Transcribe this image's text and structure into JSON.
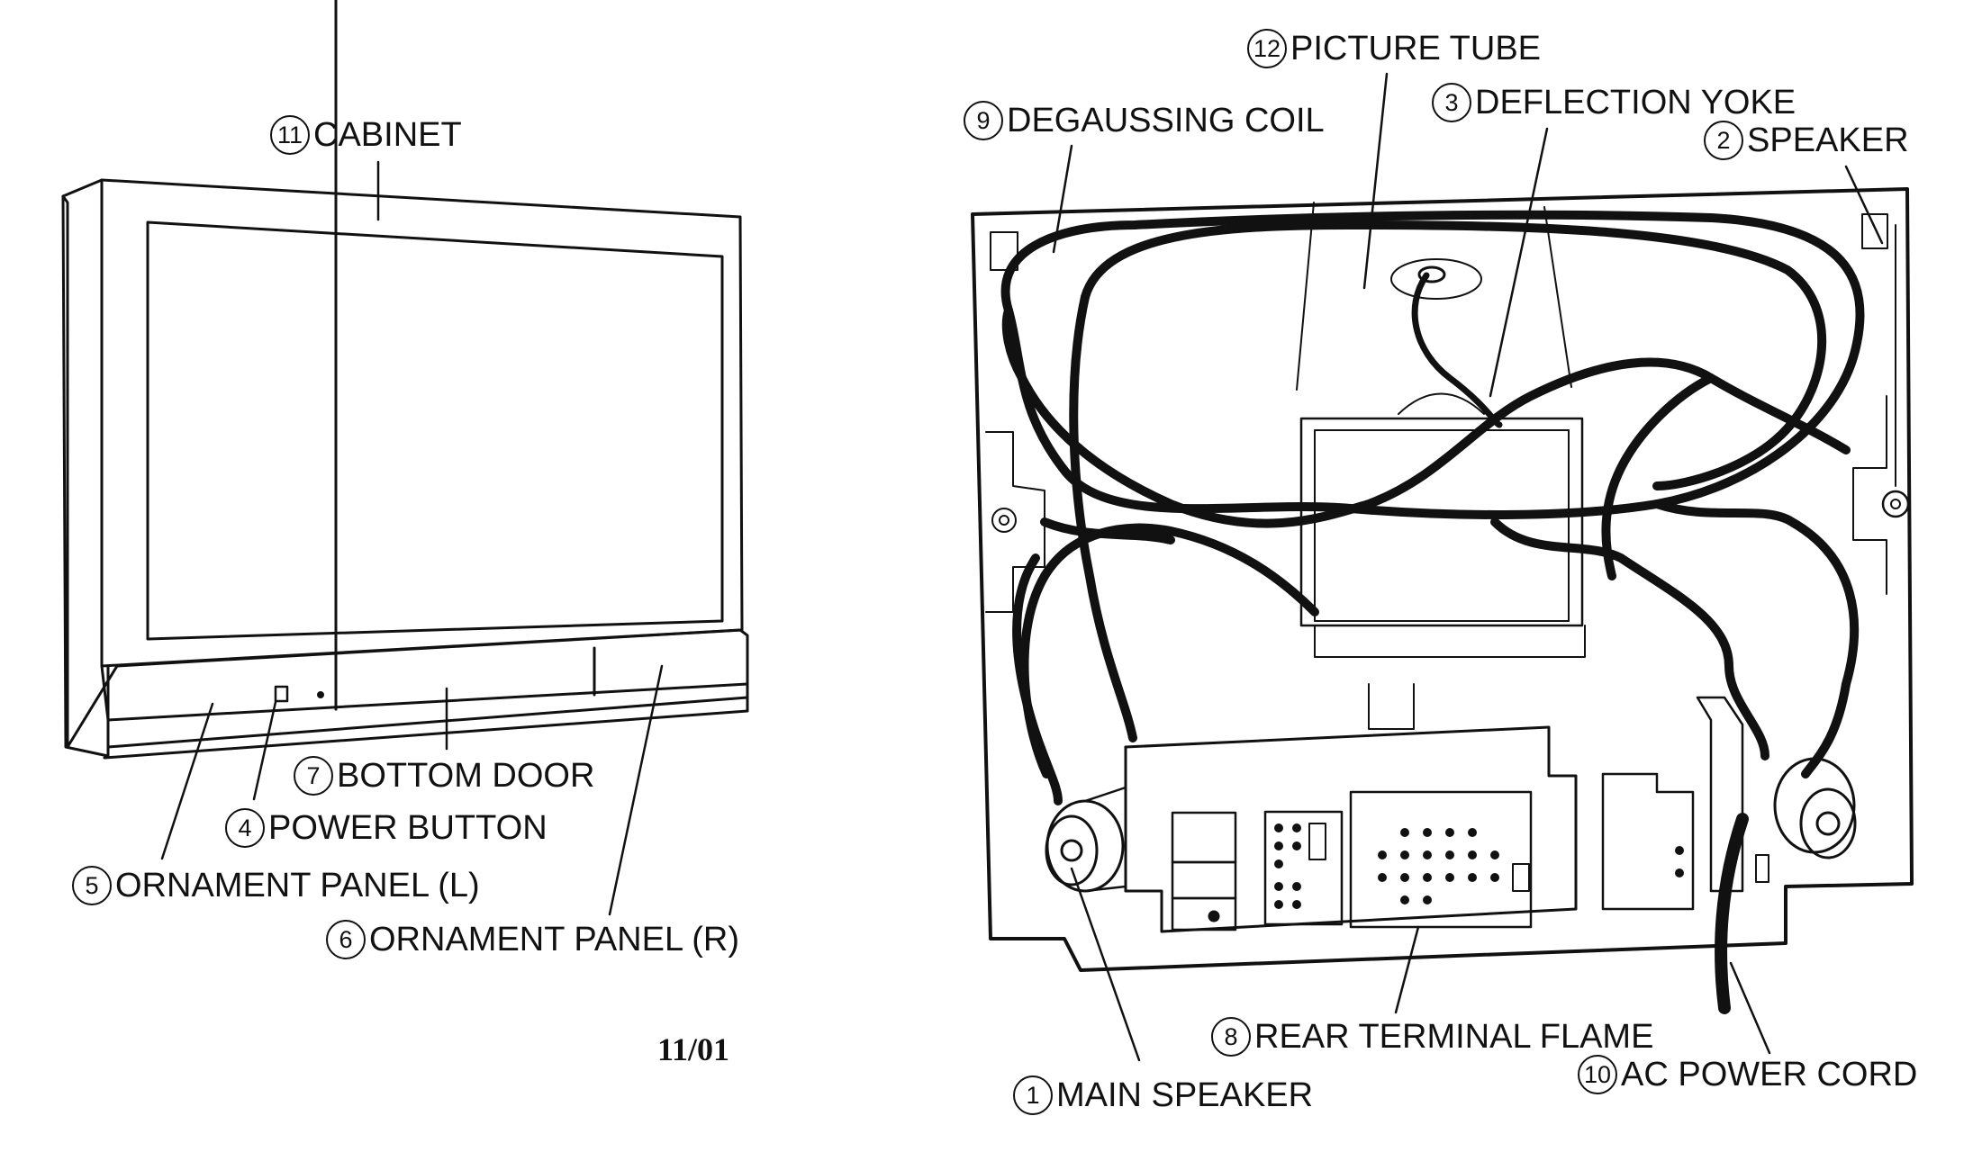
{
  "labels": {
    "cabinet": {
      "num": "11",
      "text": "CABINET"
    },
    "bottom_door": {
      "num": "7",
      "text": "BOTTOM DOOR"
    },
    "power_button": {
      "num": "4",
      "text": "POWER BUTTON"
    },
    "ornament_l": {
      "num": "5",
      "text": "ORNAMENT PANEL (L)"
    },
    "ornament_r": {
      "num": "6",
      "text": "ORNAMENT PANEL (R)"
    },
    "picture_tube": {
      "num": "12",
      "text": "PICTURE TUBE"
    },
    "degaussing_coil": {
      "num": "9",
      "text": "DEGAUSSING COIL"
    },
    "deflection_yoke": {
      "num": "3",
      "text": "DEFLECTION YOKE"
    },
    "speaker": {
      "num": "2",
      "text": "SPEAKER"
    },
    "rear_terminal": {
      "num": "8",
      "text": "REAR TERMINAL FLAME"
    },
    "main_speaker": {
      "num": "1",
      "text": "MAIN SPEAKER"
    },
    "ac_cord": {
      "num": "10",
      "text": "AC POWER CORD"
    }
  },
  "date_code": "11/01",
  "colors": {
    "ink": "#111111",
    "paper": "#ffffff"
  }
}
